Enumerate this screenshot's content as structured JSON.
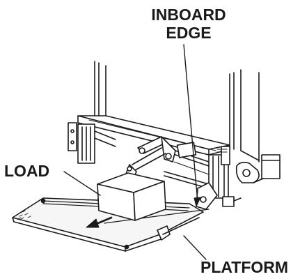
{
  "labels": {
    "inboard_line1": "INBOARD",
    "inboard_line2": "EDGE",
    "load": "LOAD",
    "platform": "PLATFORM"
  },
  "colors": {
    "ink": "#1a1a1a",
    "background": "#ffffff",
    "box_fill": "#ffffff",
    "platform_fill": "#f6f6f6"
  }
}
